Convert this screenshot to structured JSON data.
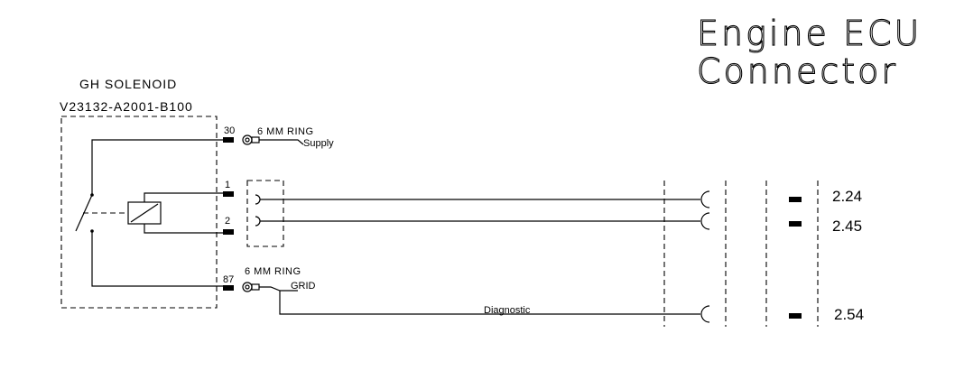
{
  "title": {
    "line1": "Engine ECU",
    "line2": "Connector"
  },
  "solenoid": {
    "name": "GH SOLENOID",
    "part_number": "V23132-A2001-B100"
  },
  "pins": {
    "p30": "30",
    "p1": "1",
    "p2": "2",
    "p87": "87"
  },
  "ring_top": {
    "label": "6 MM RING",
    "signal": "Supply"
  },
  "ring_bottom": {
    "label": "6 MM RING",
    "signal": "GRID"
  },
  "wire_labels": {
    "diagnostic": "Diagnostic"
  },
  "ecu_pins": [
    "2.24",
    "2.45",
    "2.54"
  ]
}
